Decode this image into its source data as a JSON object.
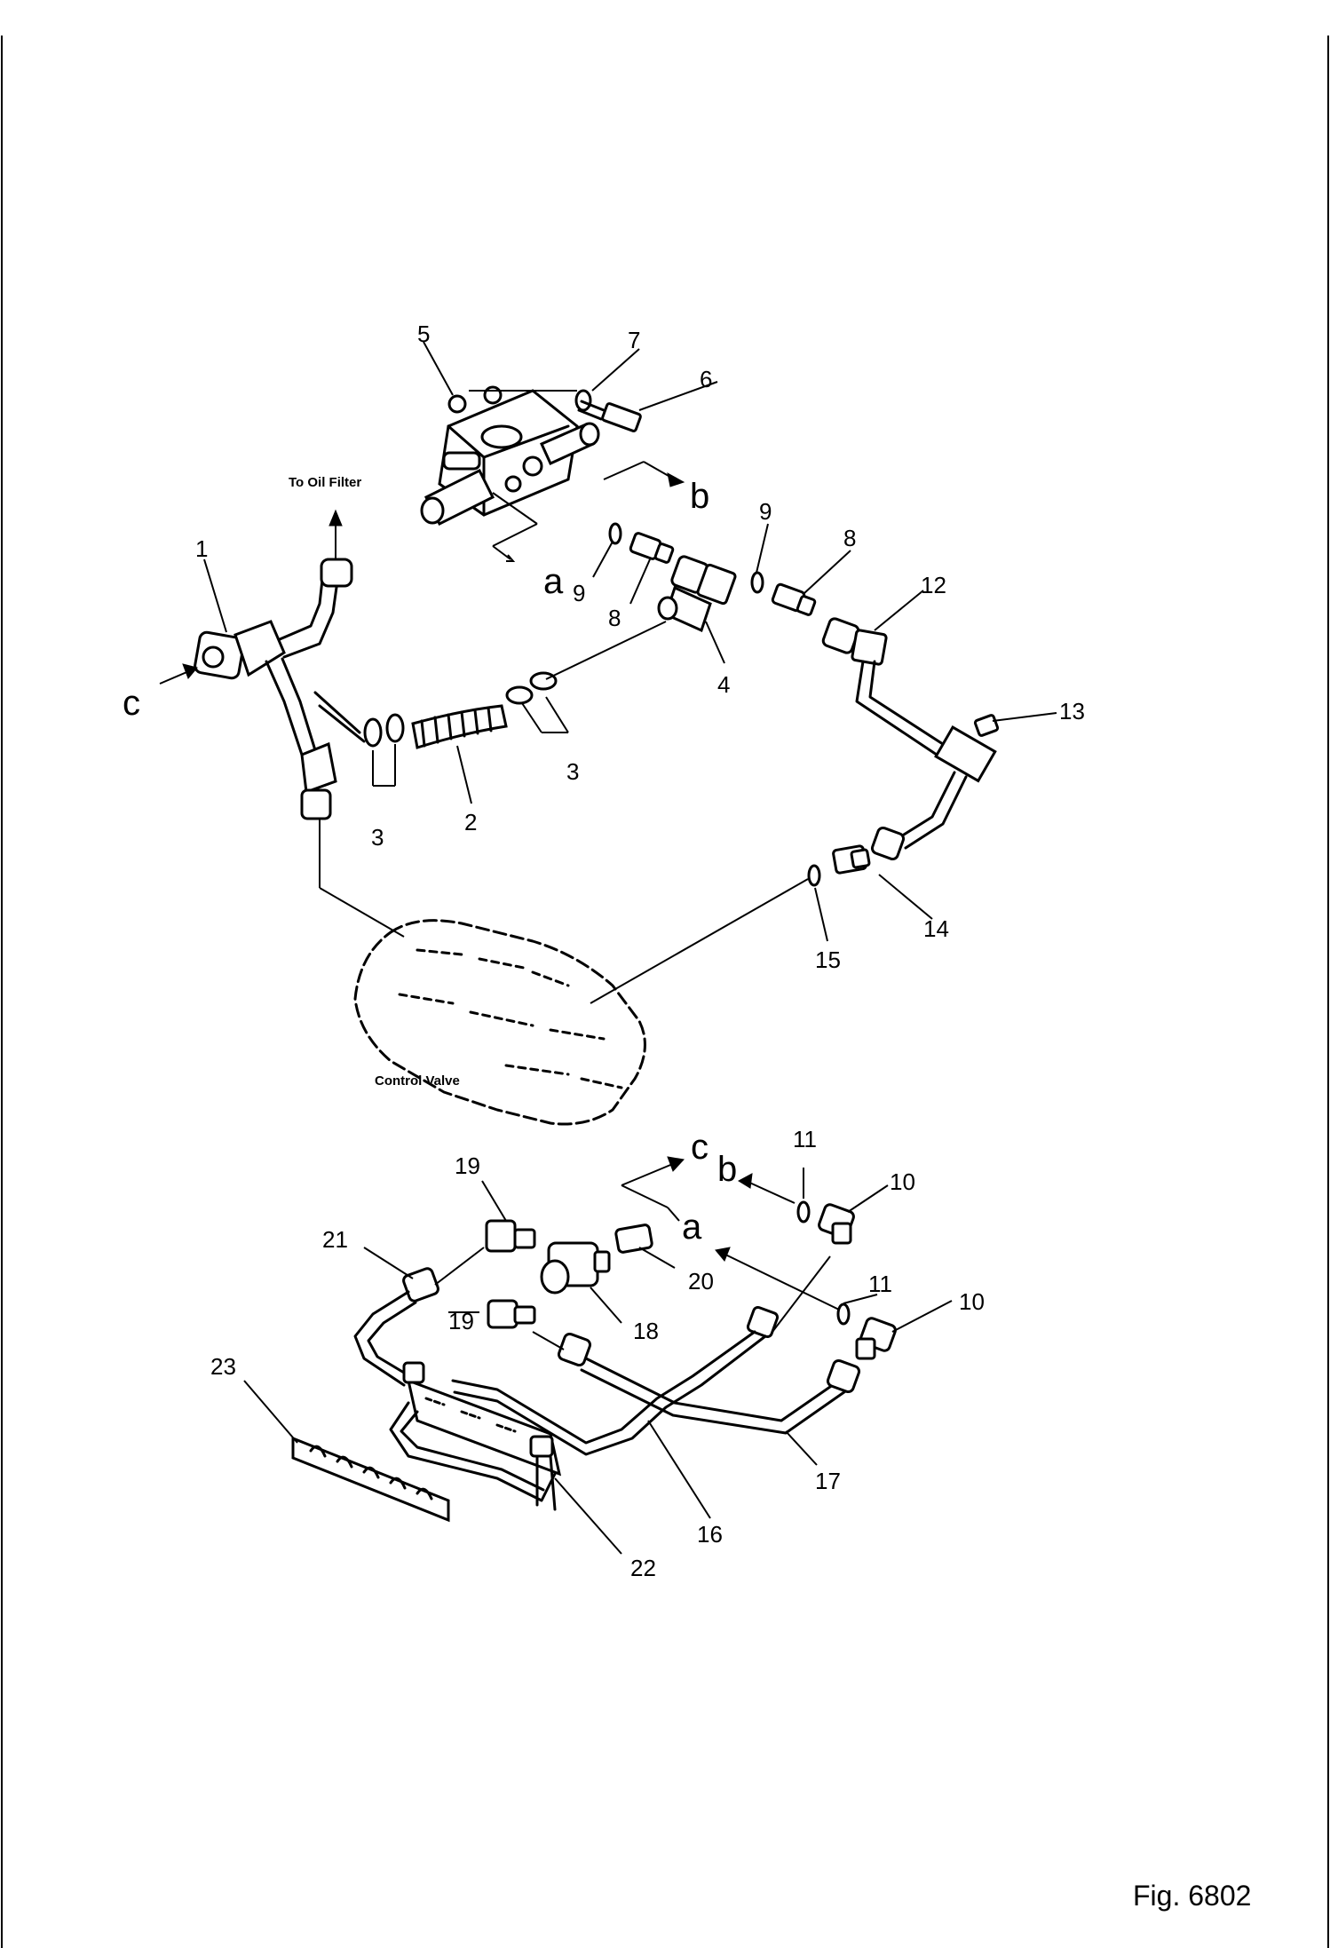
{
  "figure_label": "Fig. 6802",
  "notes": {
    "to_oil_filter": "To Oil Filter",
    "control_valve": "Control Valve"
  },
  "refs": {
    "a": "a",
    "b": "b",
    "c": "c"
  },
  "parts": [
    "1",
    "2",
    "3",
    "4",
    "5",
    "6",
    "7",
    "8",
    "9",
    "10",
    "11",
    "12",
    "13",
    "14",
    "15",
    "16",
    "17",
    "18",
    "19",
    "20",
    "21",
    "22",
    "23"
  ]
}
